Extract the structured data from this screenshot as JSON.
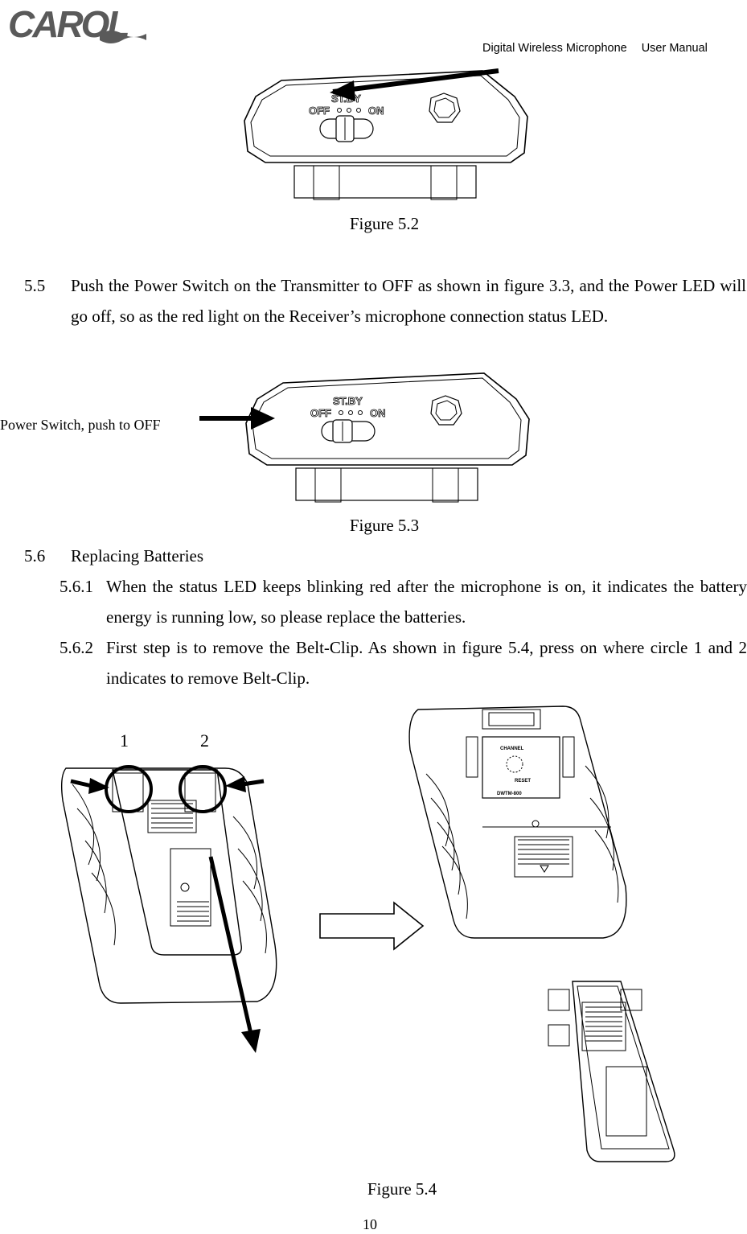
{
  "header": {
    "logo_text": "CAROL",
    "product": "Digital Wireless Microphone",
    "doc_type": "User Manual"
  },
  "figures": {
    "fig_5_2": {
      "caption": "Figure 5.2",
      "labels": {
        "standby": "ST.BY",
        "off": "OFF",
        "on": "ON"
      }
    },
    "fig_5_3": {
      "caption": "Figure 5.3",
      "callout": "Power Switch, push to OFF",
      "labels": {
        "standby": "ST.BY",
        "off": "OFF",
        "on": "ON"
      }
    },
    "fig_5_4": {
      "caption": "Figure 5.4",
      "circle_1": "1",
      "circle_2": "2",
      "device_labels": {
        "channel": "CHANNEL",
        "reset": "RESET",
        "model": "DWTM-800"
      }
    }
  },
  "sections": {
    "s5_5": {
      "number": "5.5",
      "text": "Push the Power Switch on the Transmitter to OFF as shown in figure 3.3, and the Power LED will go off, so as the red light on the Receiver’s microphone connection status LED."
    },
    "s5_6": {
      "number": "5.6",
      "title": "Replacing Batteries",
      "items": [
        {
          "number": "5.6.1",
          "text": "When the status LED keeps blinking red after the microphone is on, it indicates the battery energy is running low, so please replace the batteries."
        },
        {
          "number": "5.6.2",
          "text": "First step is to remove the Belt-Clip. As shown in figure 5.4, press on where circle 1 and 2 indicates to remove Belt-Clip."
        }
      ]
    }
  },
  "page_number": "10"
}
